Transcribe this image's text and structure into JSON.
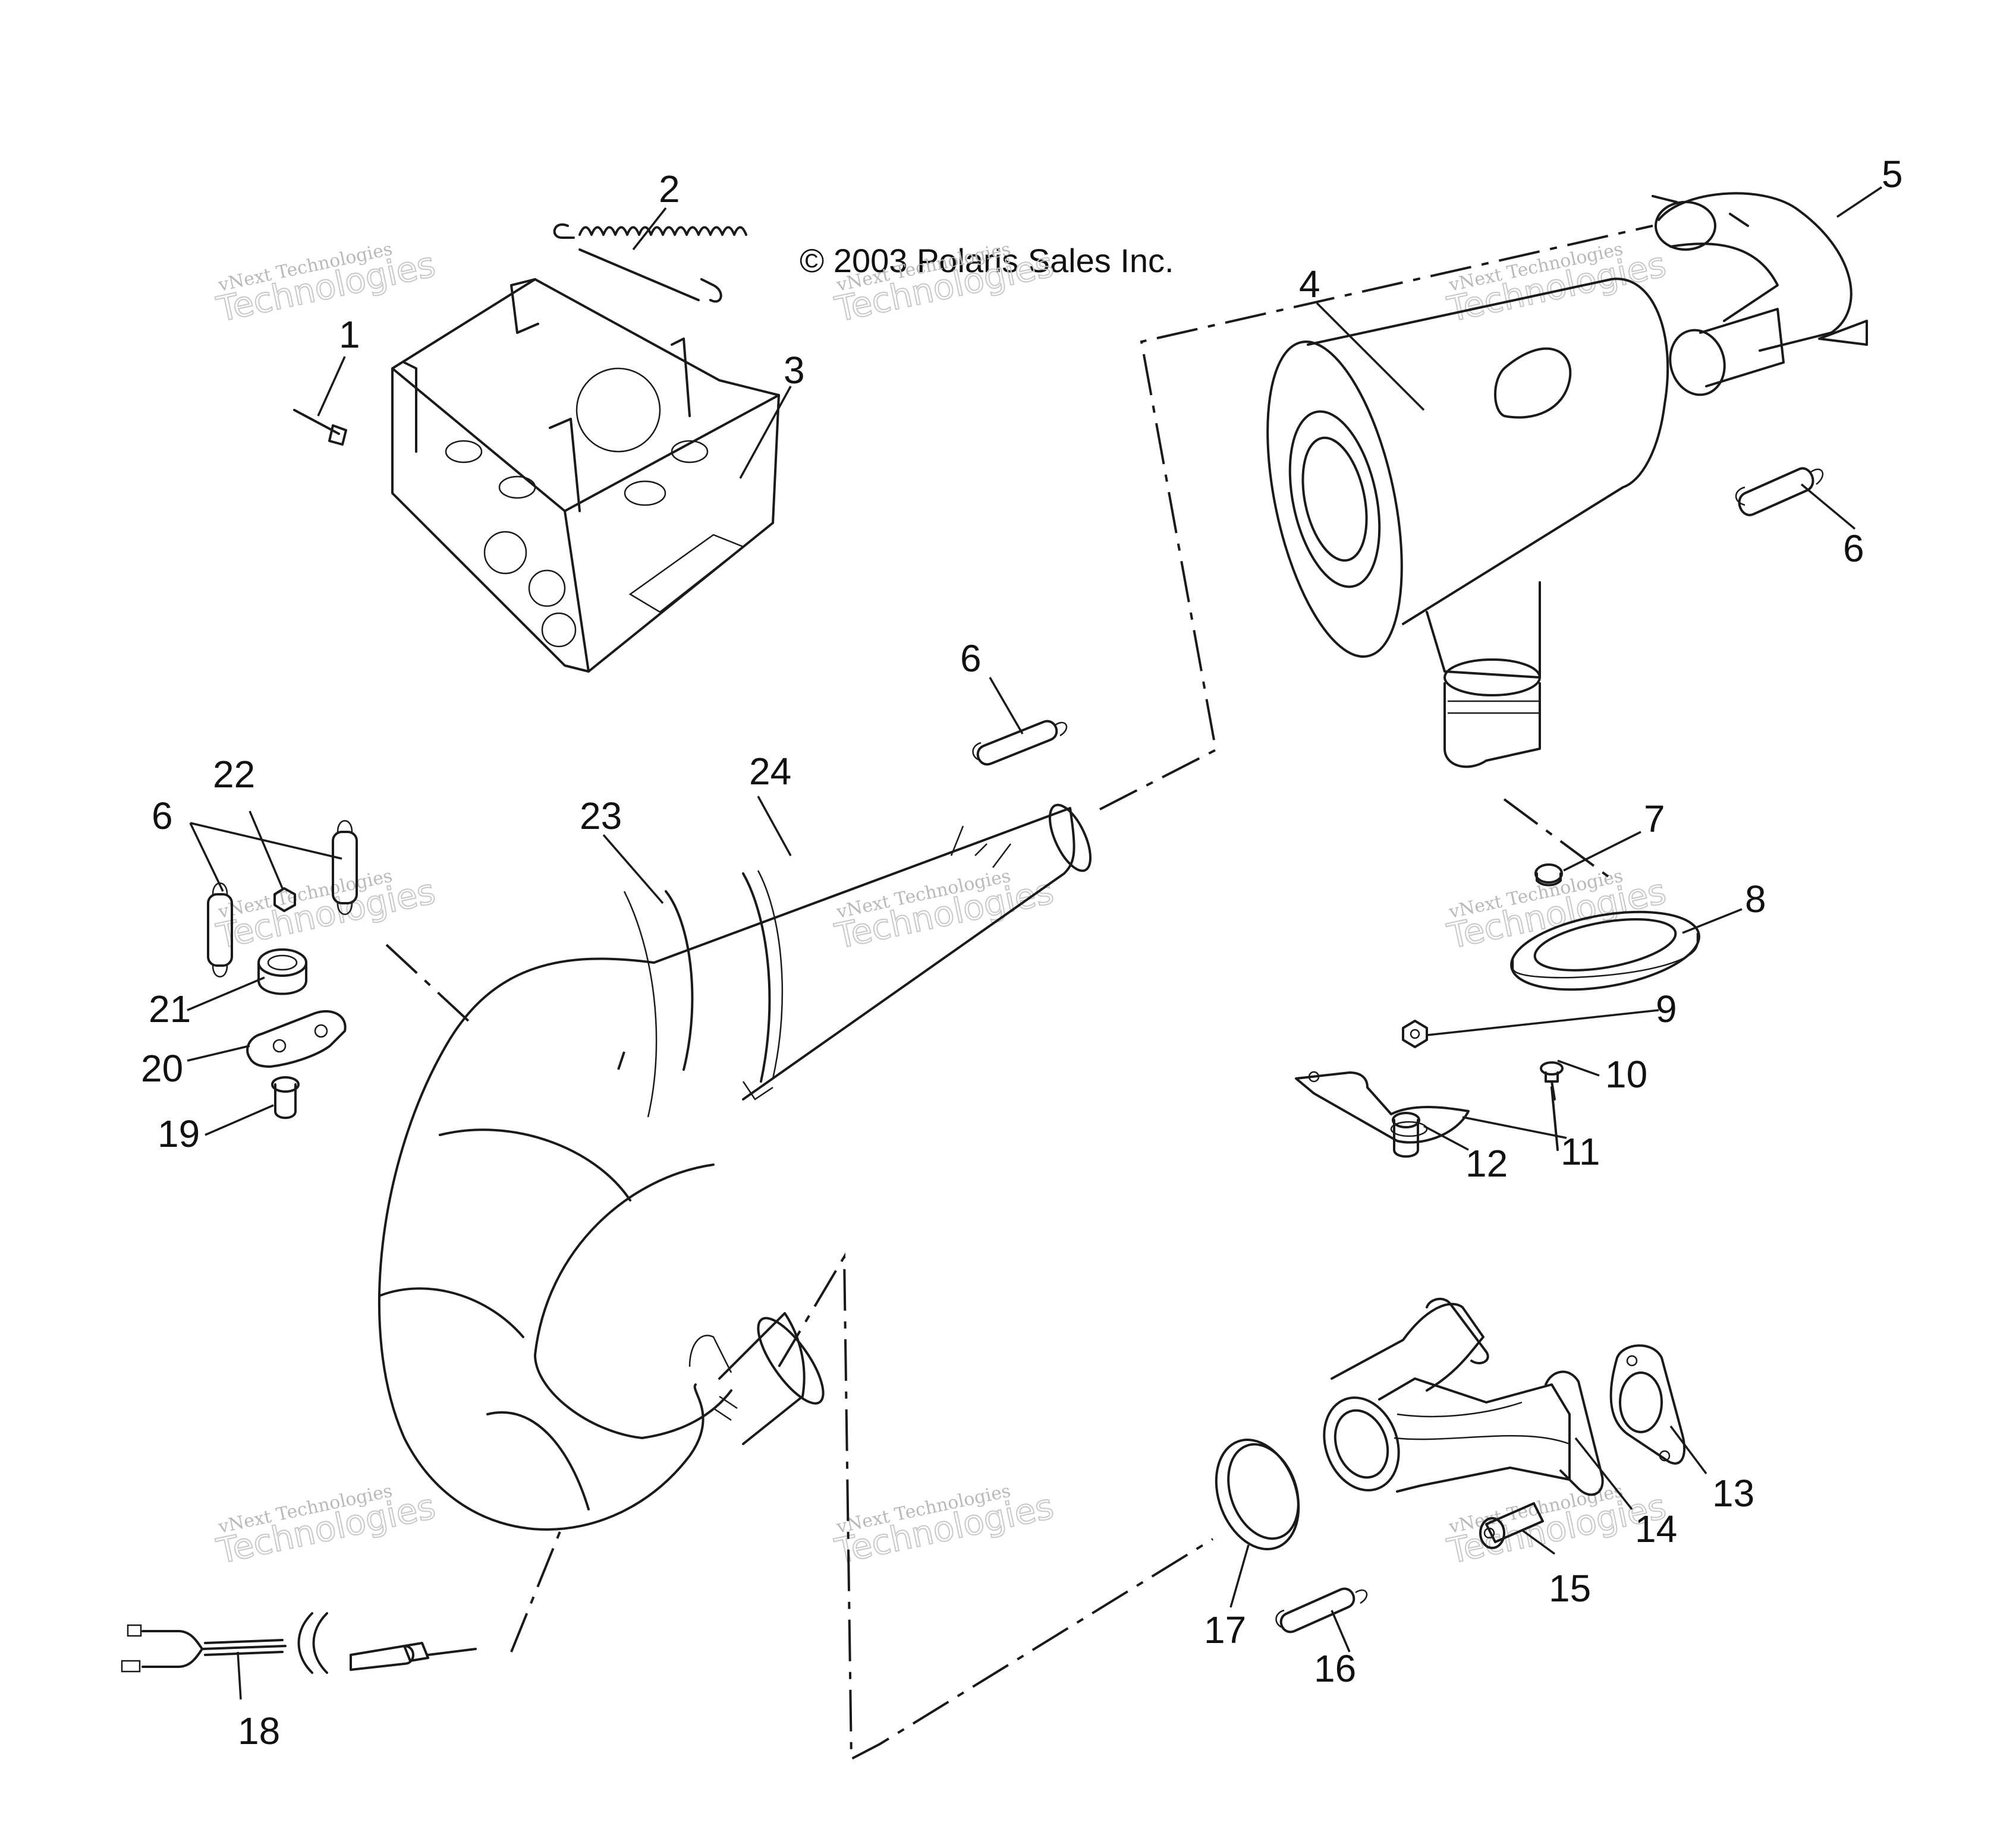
{
  "copyright": "© 2003 Polaris Sales Inc.",
  "watermark": {
    "line1": "vNext Technologies",
    "line2": "Technologies"
  },
  "callouts": [
    "1",
    "2",
    "3",
    "4",
    "5",
    "6",
    "6",
    "6",
    "6",
    "7",
    "8",
    "9",
    "10",
    "11",
    "12",
    "13",
    "14",
    "15",
    "16",
    "17",
    "18",
    "19",
    "20",
    "21",
    "22",
    "23",
    "24"
  ]
}
